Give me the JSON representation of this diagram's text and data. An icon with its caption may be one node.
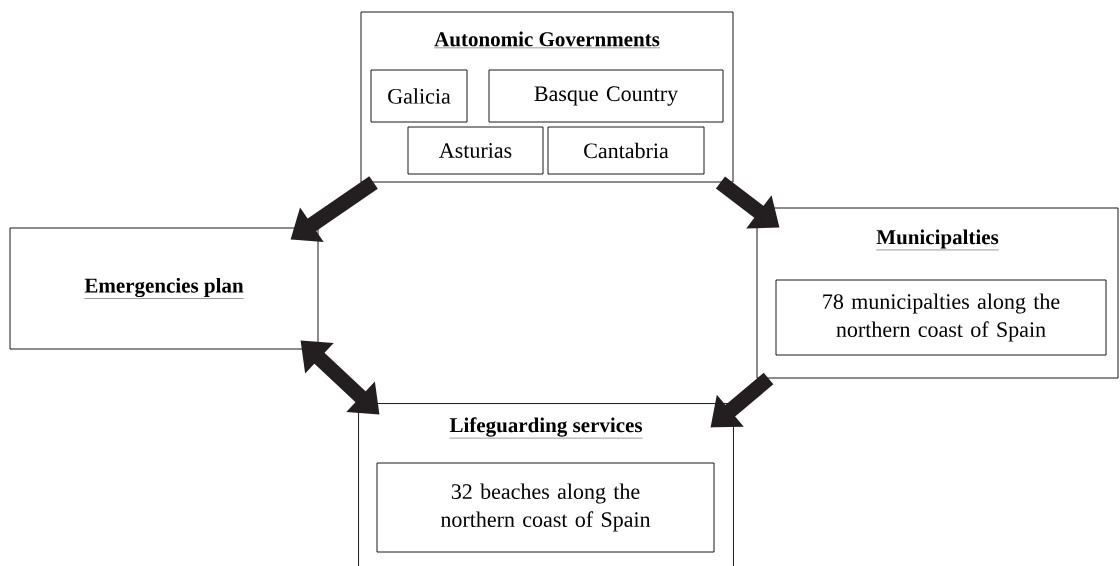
{
  "diagram": {
    "nodes": [
      {
        "text": [
          "Autonomic Governments"
        ]
      },
      {
        "text": [
          "Galicia"
        ],
        "in": 0
      },
      {
        "text": [
          "Basque Country"
        ],
        "in": 0
      },
      {
        "text": [
          "Asturias"
        ],
        "in": 0
      },
      {
        "text": [
          "Cantabria"
        ],
        "in": 0
      },
      {
        "text": [
          "Emergencies plan"
        ]
      },
      {
        "text": [
          "Municipalties"
        ]
      },
      {
        "text": [
          "78 municipalties along the northern coast of Spain"
        ],
        "in": 6
      },
      {
        "text": [
          "Lifeguarding services"
        ]
      },
      {
        "text": [
          "32 beaches along the northern coast of Spain"
        ],
        "in": 8
      }
    ],
    "edges": [
      {
        "from": 0,
        "to": 5,
        "arrow": "to"
      },
      {
        "from": 0,
        "to": 6,
        "arrow": "to"
      },
      {
        "from": 6,
        "to": 8,
        "arrow": "to"
      },
      {
        "from": 5,
        "to": 8,
        "arrow": "both"
      }
    ]
  }
}
